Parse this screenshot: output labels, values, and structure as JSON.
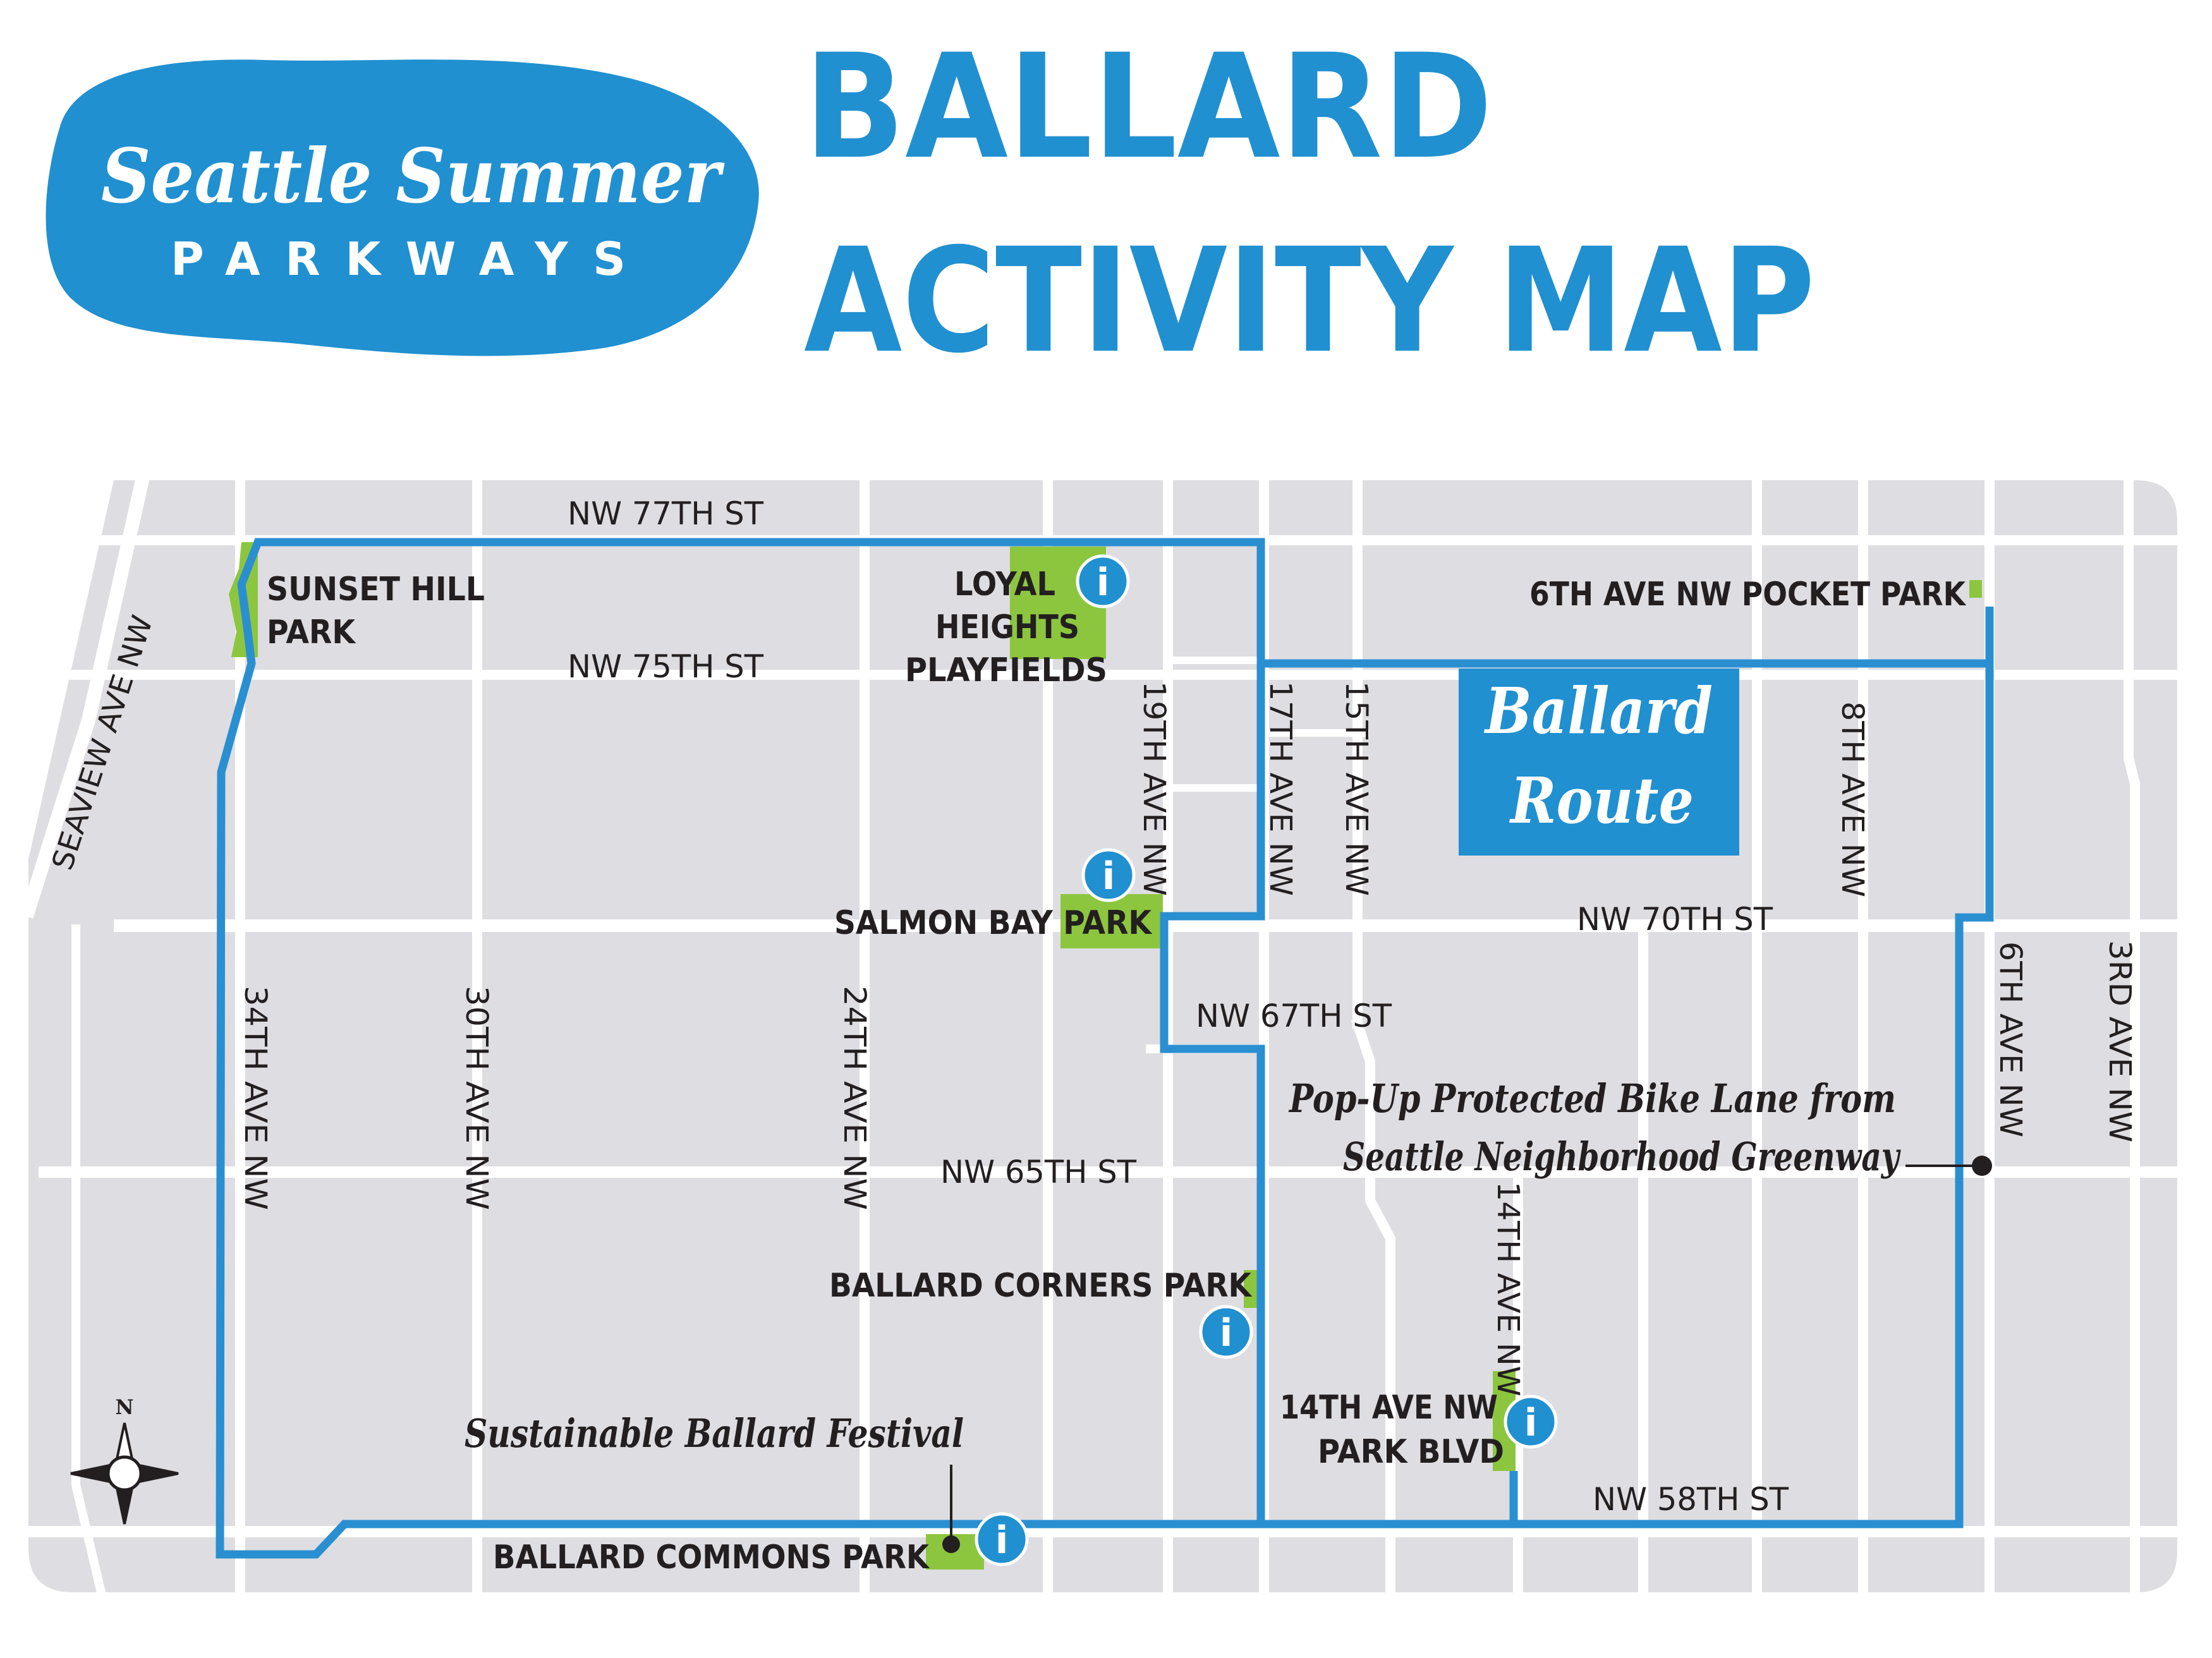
{
  "colors": {
    "brand_blue": "#2090d0",
    "route_blue": "#2a8fd1",
    "map_gray": "#dedde1",
    "road_white": "#ffffff",
    "park_green": "#8cc63f",
    "text_dark": "#231f20"
  },
  "logo": {
    "line1": "Seattle Summer",
    "line2": "PARKWAYS"
  },
  "header": {
    "title_line1": "BALLARD",
    "title_line2": "ACTIVITY MAP"
  },
  "route_label": {
    "line1": "Ballard",
    "line2": "Route"
  },
  "streets": {
    "nw77": "NW 77TH ST",
    "nw75": "NW 75TH ST",
    "nw70": "NW 70TH ST",
    "nw67": "NW 67TH ST",
    "nw65": "NW 65TH ST",
    "nw58": "NW 58TH ST",
    "seaview": "SEAVIEW AVE NW",
    "ave34": "34TH AVE NW",
    "ave30": "30TH AVE NW",
    "ave24": "24TH AVE NW",
    "ave19": "19TH AVE NW",
    "ave17": "17TH AVE NW",
    "ave15": "15TH AVE NW",
    "ave14": "14TH AVE NW",
    "ave8": "8TH AVE NW",
    "ave6": "6TH AVE NW",
    "ave3": "3RD AVE NW"
  },
  "parks": {
    "sunset_hill_1": "SUNSET HILL",
    "sunset_hill_2": "PARK",
    "loyal_1": "LOYAL",
    "loyal_2": "HEIGHTS",
    "loyal_3": "PLAYFIELDS",
    "pocket_park": "6TH AVE NW POCKET PARK",
    "salmon_bay": "SALMON BAY PARK",
    "ballard_corners": "BALLARD CORNERS PARK",
    "park_blvd_1": "14TH AVE NW",
    "park_blvd_2": "PARK BLVD",
    "ballard_commons": "BALLARD COMMONS PARK"
  },
  "events": {
    "bike_lane_1": "Pop-Up Protected Bike Lane from",
    "bike_lane_2": "Seattle Neighborhood Greenway",
    "festival": "Sustainable Ballard Festival"
  },
  "info_marker": {
    "glyph": "i",
    "icon": "info-icon"
  },
  "compass": {
    "north_label": "N",
    "icon": "compass-rose-icon"
  }
}
